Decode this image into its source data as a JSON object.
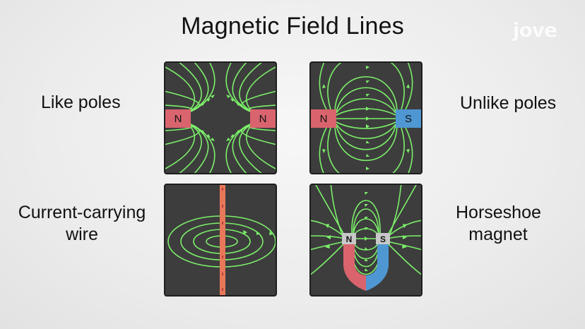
{
  "title": "Magnetic Field Lines",
  "logo": "jove",
  "panels": {
    "like_poles": {
      "label": "Like poles",
      "left_pole": "N",
      "right_pole": "N"
    },
    "unlike_poles": {
      "label": "Unlike poles",
      "left_pole": "N",
      "right_pole": "S"
    },
    "wire": {
      "label_line1": "Current-carrying",
      "label_line2": "wire"
    },
    "horseshoe": {
      "label_line1": "Horseshoe",
      "label_line2": "magnet",
      "left_pole": "N",
      "right_pole": "S"
    }
  },
  "colors": {
    "field_line": "#7cf06a",
    "panel_bg": "#3d3d3d",
    "north": "#d9646e",
    "south": "#4f97d2",
    "wire": "#e8785a"
  }
}
